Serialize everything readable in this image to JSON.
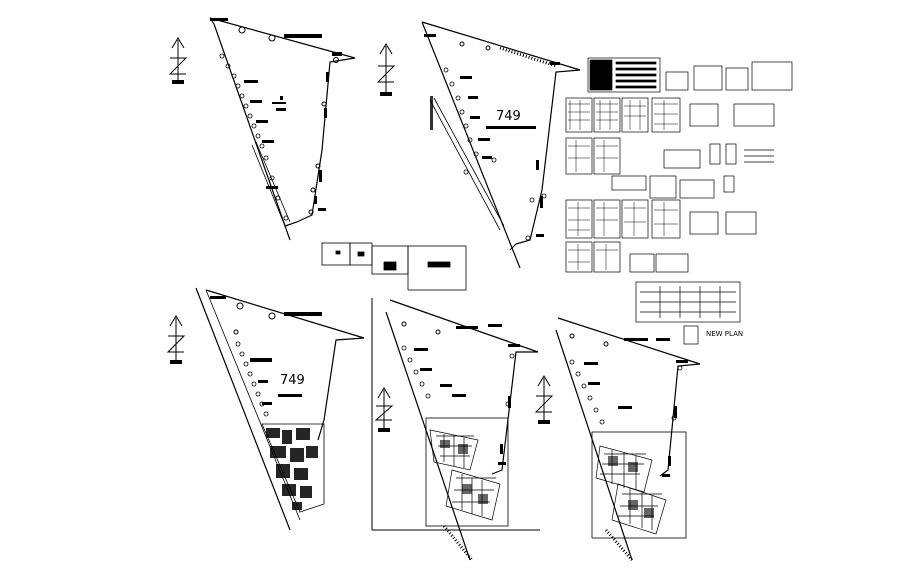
{
  "drawing": {
    "plot_number": "749",
    "plot_number_second": "749",
    "plan_caption": "NEW PLAN",
    "north_symbol_label": "N",
    "line_color": "#000000",
    "background_color": "#ffffff"
  }
}
